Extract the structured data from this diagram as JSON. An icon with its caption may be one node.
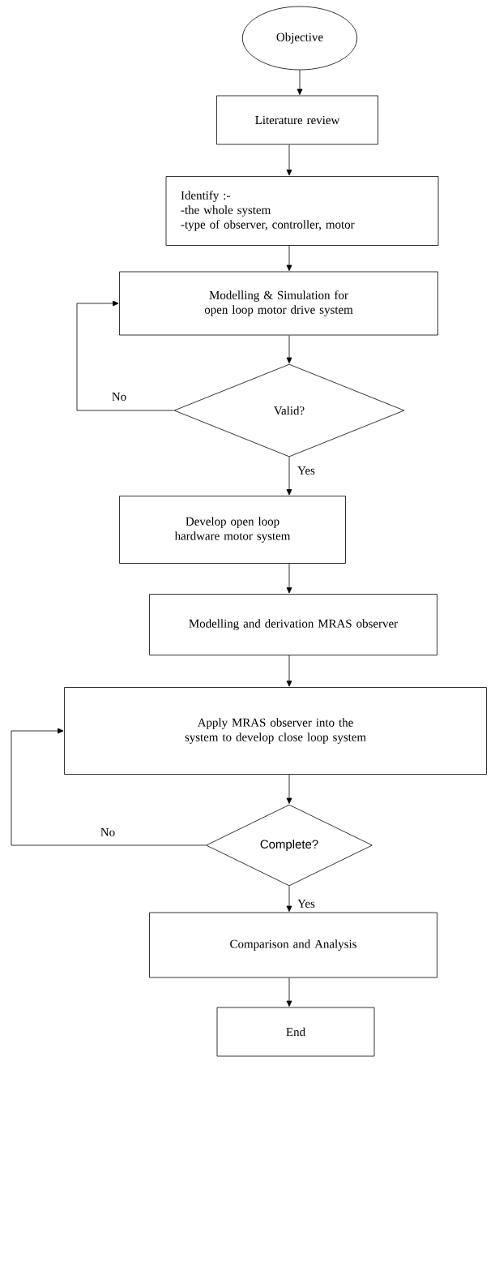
{
  "diagram": {
    "nodes": [
      {
        "text": [
          "Objective"
        ]
      },
      {
        "text": [
          "Literature review"
        ]
      },
      {
        "text": [
          "Identify :-",
          "-the whole system",
          "-type of observer, controller, motor"
        ]
      },
      {
        "text": [
          "Modelling & Simulation for open loop motor drive system"
        ]
      },
      {
        "text": [
          "Valid?"
        ]
      },
      {
        "text": [
          "Develop open loop hardware motor system"
        ]
      },
      {
        "text": [
          "Modelling and derivation MRAS observer"
        ]
      },
      {
        "text": [
          "Apply MRAS observer into the system to develop close loop system"
        ]
      },
      {
        "text": [
          "Complete?"
        ]
      },
      {
        "text": [
          "Comparison and Analysis"
        ]
      },
      {
        "text": [
          "End"
        ]
      }
    ],
    "edges": [
      {
        "from": 0,
        "to": 1,
        "arrow": "to"
      },
      {
        "from": 1,
        "to": 2,
        "arrow": "to"
      },
      {
        "from": 2,
        "to": 3,
        "arrow": "to"
      },
      {
        "from": 3,
        "to": 4,
        "arrow": "to"
      },
      {
        "from": 4,
        "to": 5,
        "arrow": "to",
        "label": "Yes"
      },
      {
        "from": 4,
        "to": 3,
        "arrow": "to",
        "label": "No"
      },
      {
        "from": 5,
        "to": 6,
        "arrow": "to"
      },
      {
        "from": 6,
        "to": 7,
        "arrow": "to"
      },
      {
        "from": 7,
        "to": 8,
        "arrow": "to"
      },
      {
        "from": 8,
        "to": 7,
        "arrow": "to",
        "label": "No"
      },
      {
        "from": 8,
        "to": 9,
        "arrow": "to",
        "label": "Yes"
      },
      {
        "from": 9,
        "to": 10,
        "arrow": "to"
      }
    ]
  }
}
